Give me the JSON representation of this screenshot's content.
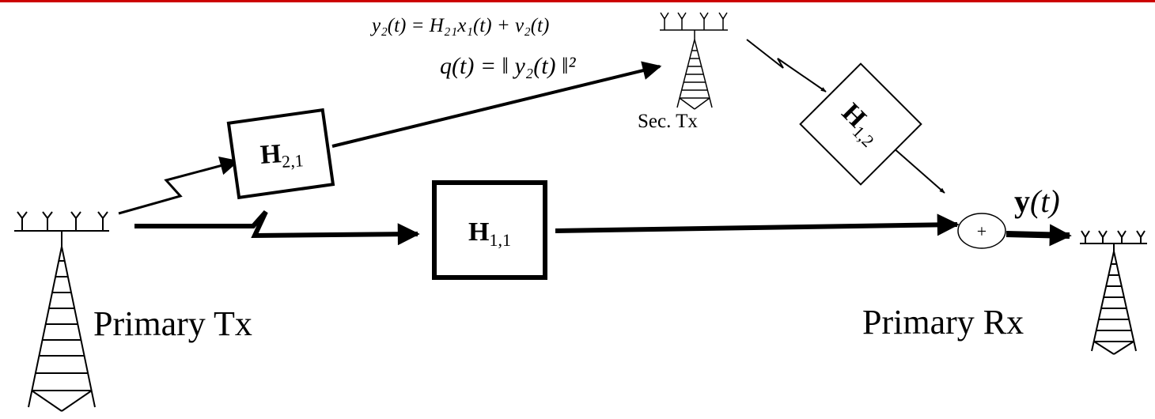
{
  "colors": {
    "top_rule": "#cc0000",
    "ink": "#000000",
    "background": "#ffffff"
  },
  "labels": {
    "primary_tx": "Primary Tx",
    "primary_rx": "Primary Rx",
    "secondary_tx": "Sec. Tx",
    "output_signal": {
      "bold": "y",
      "rest": "(t)"
    },
    "sum_symbol": "+"
  },
  "blocks": {
    "h21": {
      "bold": "H",
      "sub": "2,1"
    },
    "h11": {
      "bold": "H",
      "sub": "1,1"
    },
    "h12": {
      "bold": "H",
      "sub": "1,2"
    }
  },
  "equations": {
    "eq1": "y₂(t) = H₂₁x₁(t) + v₂(t)",
    "eq2": "q(t) = ‖ y₂(t) ‖²"
  },
  "icons": [
    "antenna-tower-icon",
    "lightning-link-icon",
    "summing-junction-icon",
    "arrow-icon"
  ]
}
